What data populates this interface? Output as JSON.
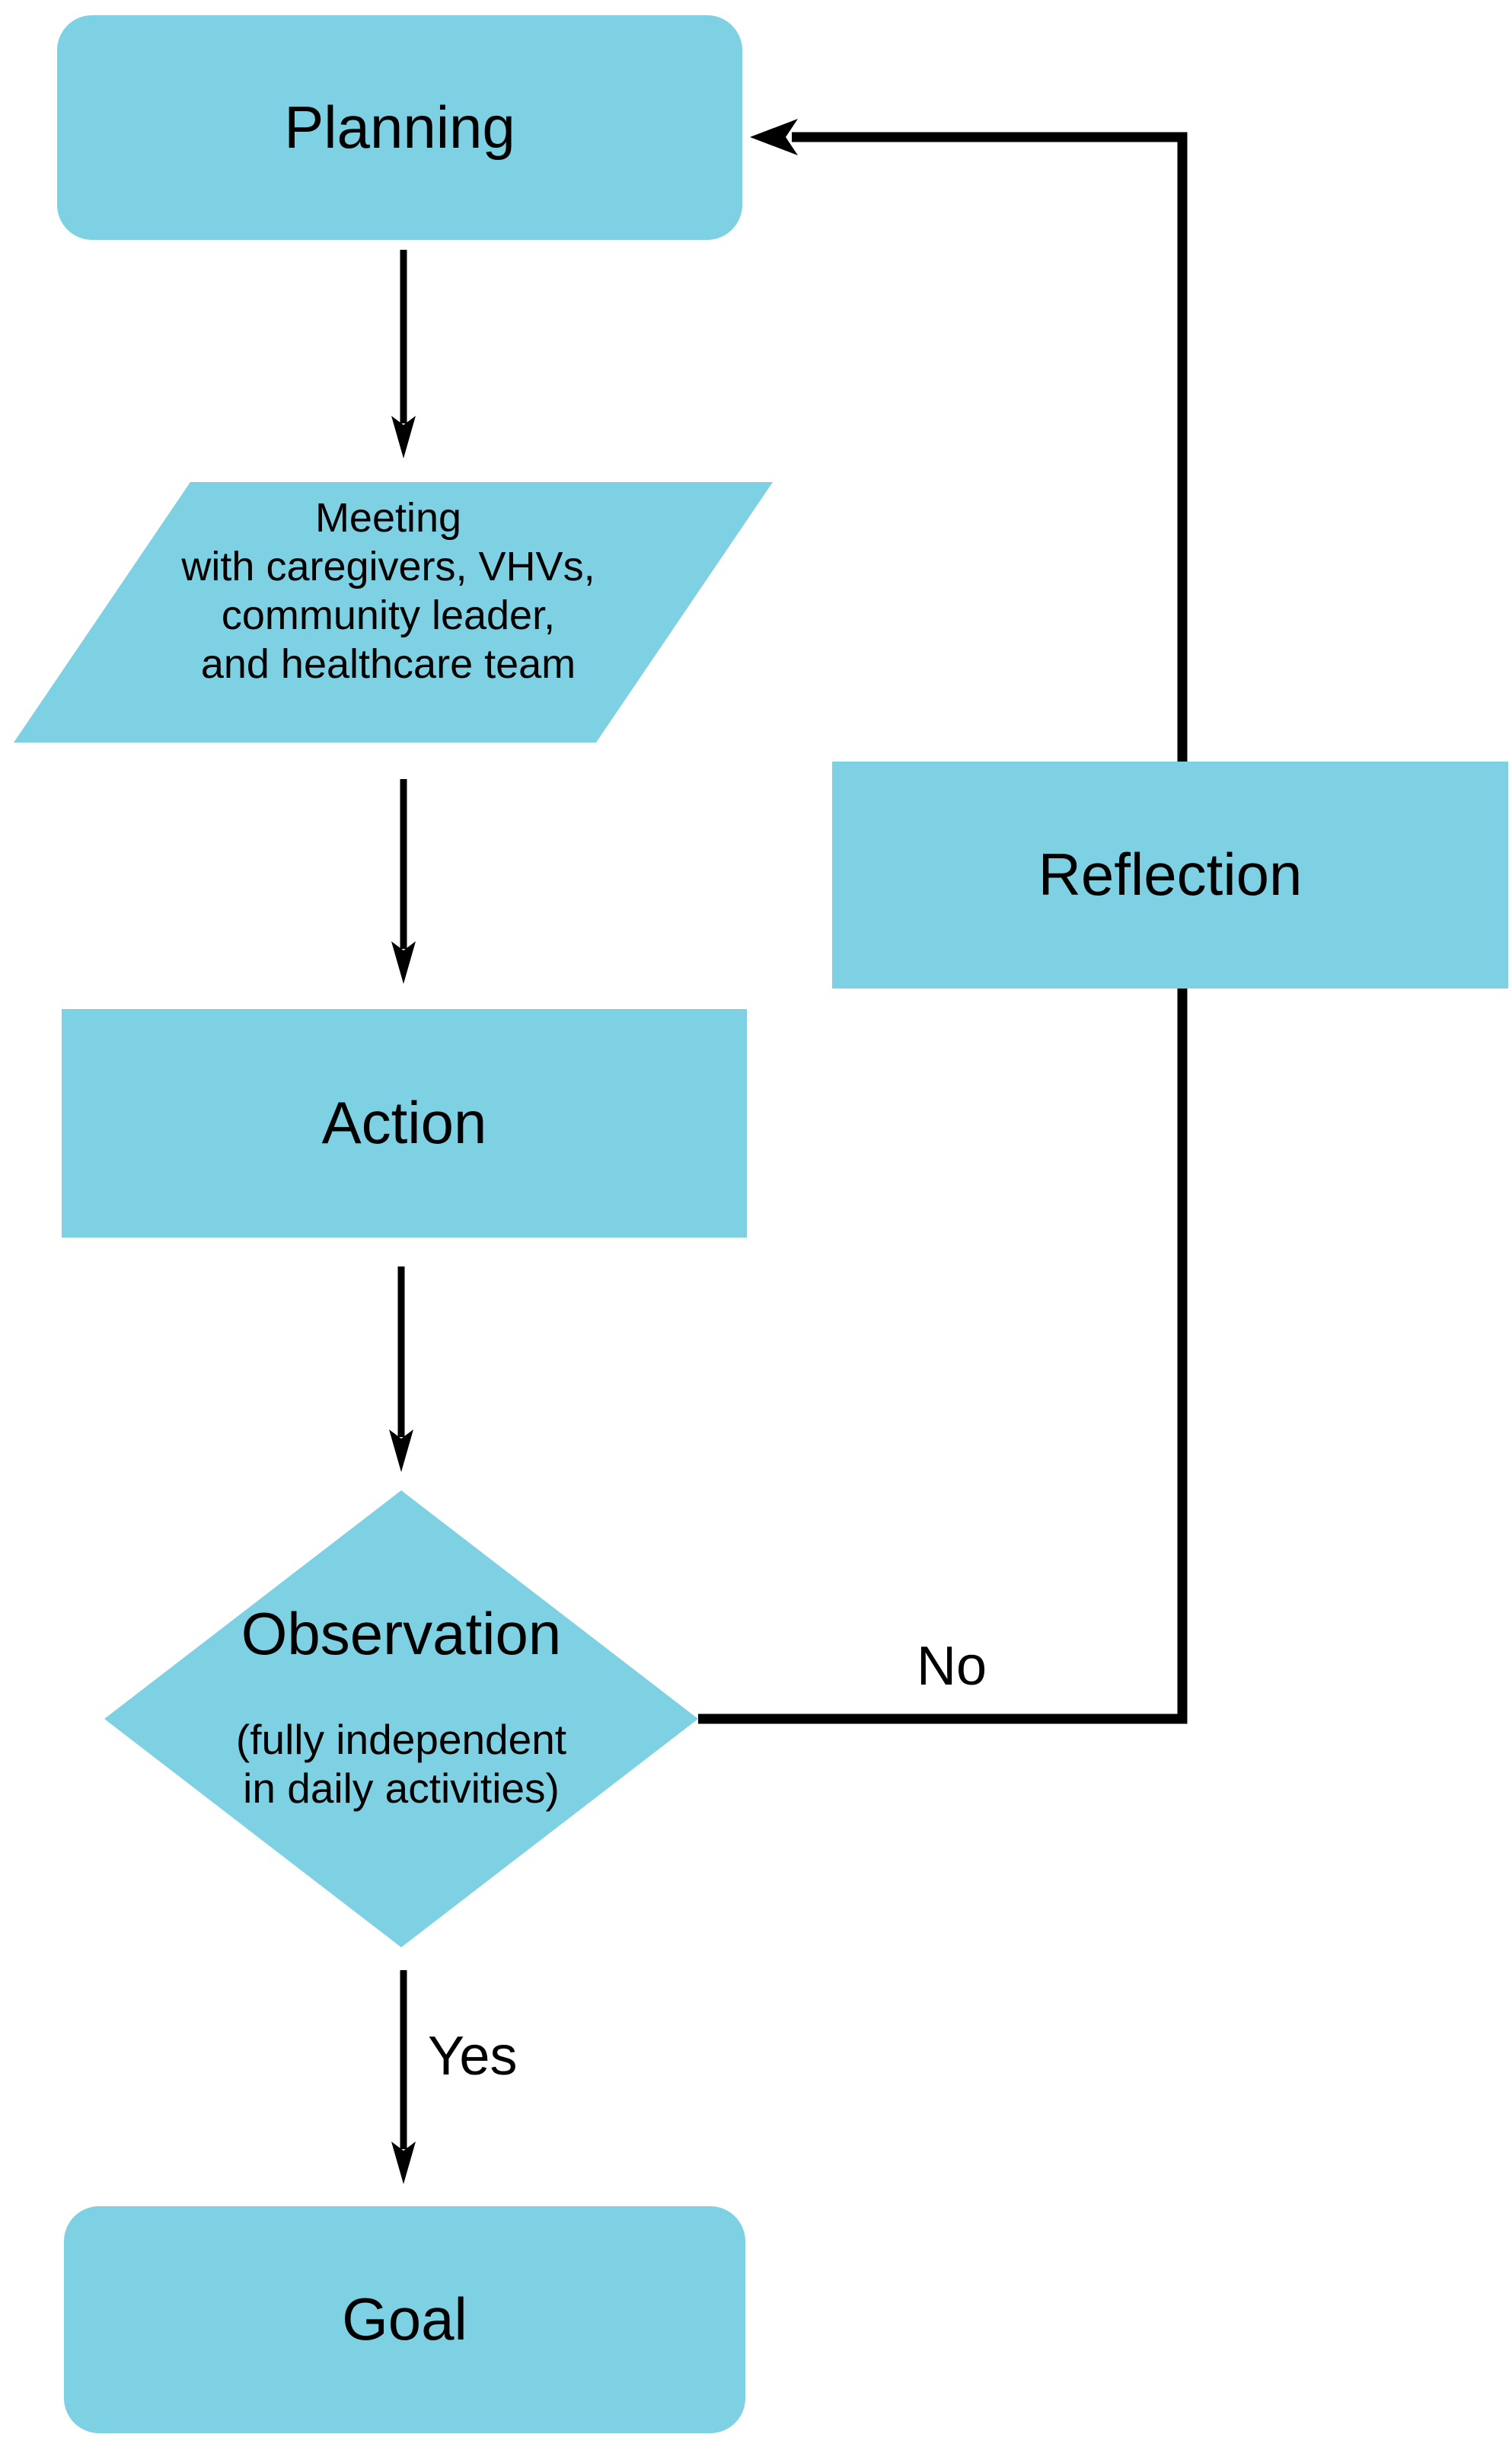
{
  "diagram": {
    "title_implicit": "Action research cycle flowchart",
    "colors": {
      "node_fill": "#7ED0E3",
      "connector": "#000000",
      "text": "#000000",
      "background": "#ffffff"
    },
    "nodes": {
      "planning": {
        "shape": "rounded-rect",
        "label": "Planning"
      },
      "meeting": {
        "shape": "parallelogram",
        "lines": [
          "Meeting",
          "with caregivers, VHVs,",
          "community leader,",
          "and healthcare team"
        ]
      },
      "action": {
        "shape": "rect",
        "label": "Action"
      },
      "reflection": {
        "shape": "rect",
        "label": "Reflection"
      },
      "observation": {
        "shape": "diamond",
        "label": "Observation",
        "sublines": [
          "(fully independent",
          "in daily activities)"
        ]
      },
      "goal": {
        "shape": "rounded-rect",
        "label": "Goal"
      }
    },
    "edges": {
      "planning_to_meeting": "",
      "meeting_to_action": "",
      "action_to_observation": "",
      "observation_yes_label": "Yes",
      "observation_no_label": "No"
    }
  }
}
